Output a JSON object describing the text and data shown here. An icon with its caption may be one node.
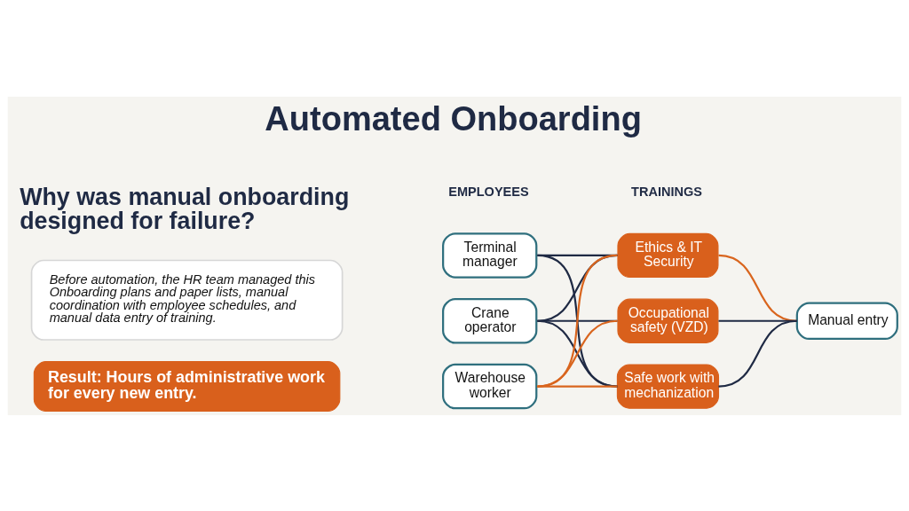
{
  "diagram": {
    "title": "Automated Onboarding",
    "nodes": [
      {
        "text": [
          "Before automation, the HR team managed this Onboarding plans and paper lists, manual coordination with employee schedules, and manual data entry of training."
        ]
      },
      {
        "text": [
          "Result: Hours of administrative work for every new entry."
        ]
      },
      {
        "text": [
          "Terminal manager"
        ]
      },
      {
        "text": [
          "Crane operator"
        ]
      },
      {
        "text": [
          "Warehouse worker"
        ]
      },
      {
        "text": [
          "Ethics & IT Security"
        ]
      },
      {
        "text": [
          "Occupational safety (VZD)"
        ]
      },
      {
        "text": [
          "Safe work with mechanization"
        ]
      },
      {
        "text": [
          "Manual entry"
        ]
      }
    ],
    "edges": [
      {
        "from": 2,
        "to": 5,
        "arrow": "none"
      },
      {
        "from": 2,
        "to": 7,
        "arrow": "none"
      },
      {
        "from": 3,
        "to": 5,
        "arrow": "none"
      },
      {
        "from": 3,
        "to": 6,
        "arrow": "none"
      },
      {
        "from": 3,
        "to": 7,
        "arrow": "none"
      },
      {
        "from": 4,
        "to": 5,
        "arrow": "none",
        "color": "#d9651e"
      },
      {
        "from": 4,
        "to": 6,
        "arrow": "none",
        "color": "#d9651e"
      },
      {
        "from": 4,
        "to": 7,
        "arrow": "none",
        "color": "#d9651e"
      },
      {
        "from": 5,
        "to": 8,
        "arrow": "none",
        "color": "#d9651e"
      },
      {
        "from": 6,
        "to": 8,
        "arrow": "none"
      },
      {
        "from": 7,
        "to": 8,
        "arrow": "none"
      }
    ],
    "labels": [
      "EMPLOYEES",
      "TRAININGS",
      "Why was manual onboarding designed for failure?"
    ]
  }
}
